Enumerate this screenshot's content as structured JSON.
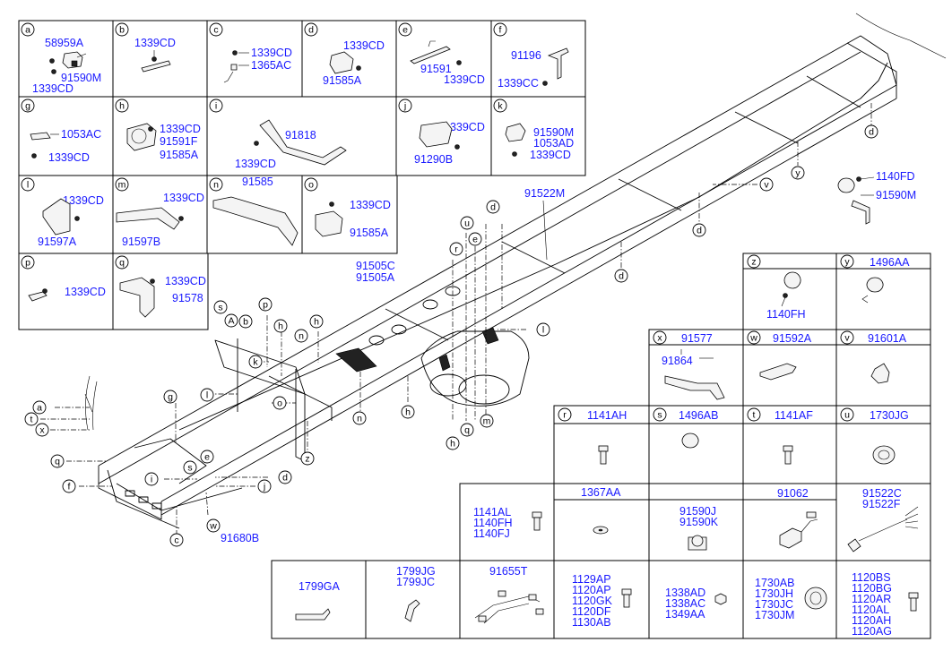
{
  "panels": {
    "a": {
      "letter": "a",
      "parts": [
        "58959A",
        "91590M",
        "1339CD"
      ]
    },
    "b": {
      "letter": "b",
      "parts": [
        "1339CD"
      ]
    },
    "c": {
      "letter": "c",
      "parts": [
        "1339CD",
        "1365AC"
      ]
    },
    "d": {
      "letter": "d",
      "parts": [
        "1339CD",
        "91585A"
      ]
    },
    "e": {
      "letter": "e",
      "parts": [
        "91591",
        "1339CD"
      ]
    },
    "f": {
      "letter": "f",
      "parts": [
        "91196",
        "1339CC"
      ]
    },
    "g": {
      "letter": "g",
      "parts": [
        "1053AC",
        "1339CD"
      ]
    },
    "h": {
      "letter": "h",
      "parts": [
        "1339CD",
        "91591F",
        "91585A"
      ]
    },
    "i": {
      "letter": "i",
      "parts": [
        "91818",
        "1339CD"
      ]
    },
    "j": {
      "letter": "j",
      "parts": [
        "1339CD",
        "91290B"
      ]
    },
    "k": {
      "letter": "k",
      "parts": [
        "91590M",
        "1053AD",
        "1339CD"
      ]
    },
    "l": {
      "letter": "l",
      "parts": [
        "1339CD",
        "91597A"
      ]
    },
    "m": {
      "letter": "m",
      "parts": [
        "1339CD",
        "91597B"
      ]
    },
    "n": {
      "letter": "n",
      "parts": [
        "91585"
      ]
    },
    "o": {
      "letter": "o",
      "parts": [
        "1339CD",
        "91585A"
      ]
    },
    "p": {
      "letter": "p",
      "parts": [
        "1339CD"
      ]
    },
    "q": {
      "letter": "q",
      "parts": [
        "1339CD",
        "91578"
      ]
    },
    "z": {
      "letter": "z",
      "parts": [
        "1140FH"
      ]
    },
    "y": {
      "letter": "y",
      "parts": [
        "1496AA"
      ]
    },
    "x": {
      "letter": "x",
      "parts": [
        "91577",
        "91864"
      ]
    },
    "w": {
      "letter": "w",
      "parts": [
        "91592A"
      ]
    },
    "v": {
      "letter": "v",
      "parts": [
        "91601A"
      ]
    },
    "r": {
      "letter": "r",
      "parts": [
        "1141AH"
      ]
    },
    "s": {
      "letter": "s",
      "parts": [
        "1496AB"
      ]
    },
    "t": {
      "letter": "t",
      "parts": [
        "1141AF"
      ]
    },
    "u": {
      "letter": "u",
      "parts": [
        "1730JG"
      ]
    }
  },
  "bottom_table": {
    "bolt_group": [
      "1141AL",
      "1140FH",
      "1140FJ"
    ],
    "washer": "1367AA",
    "grommet_pair": [
      "91590J",
      "91590K"
    ],
    "connector": "91062",
    "harness_end": [
      "91522C",
      "91522F"
    ],
    "strap1": "1799GA",
    "strap2": [
      "1799JG",
      "1799JC"
    ],
    "harness": "91655T",
    "bolts": [
      "1129AP",
      "1120AP",
      "1120GK",
      "1120DF",
      "1130AB"
    ],
    "nuts": [
      "1338AD",
      "1338AC",
      "1349AA"
    ],
    "plugs": [
      "1730AB",
      "1730JH",
      "1730JC",
      "1730JM"
    ],
    "bolts2": [
      "1120BS",
      "1120BG",
      "1120AR",
      "1120AL",
      "1120AH",
      "1120AG"
    ]
  },
  "main": {
    "parts": {
      "p91522M": "91522M",
      "p91505C": "91505C",
      "p91505A": "91505A",
      "p91680B": "91680B",
      "p1140FD": "1140FD",
      "p91590M": "91590M"
    },
    "callouts": {
      "a": "a",
      "b": "b",
      "c": "c",
      "d": "d",
      "e": "e",
      "f": "f",
      "g": "g",
      "h": "h",
      "i": "i",
      "j": "j",
      "k": "k",
      "l": "l",
      "m": "m",
      "n": "n",
      "o": "o",
      "p": "p",
      "q": "q",
      "r": "r",
      "s": "s",
      "t": "t",
      "u": "u",
      "v": "v",
      "w": "w",
      "x": "x",
      "y": "y",
      "z": "z",
      "A": "A"
    }
  }
}
